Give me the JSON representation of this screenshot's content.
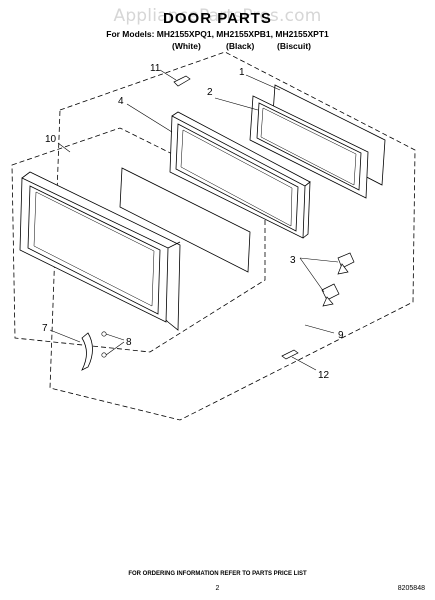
{
  "watermark": "AppliancePartsPros.com",
  "header": {
    "title": "DOOR PARTS",
    "models_line": "For Models: MH2155XPQ1, MH2155XPB1, MH2155XPT1",
    "colors": [
      "(White)",
      "(Black)",
      "(Biscuit)"
    ]
  },
  "callouts": [
    "1",
    "2",
    "3",
    "4",
    "7",
    "8",
    "9",
    "10",
    "11",
    "12"
  ],
  "footer": {
    "ordering_note": "FOR ORDERING INFORMATION REFER TO PARTS PRICE LIST",
    "page_number": "2",
    "document_number": "8205848"
  }
}
